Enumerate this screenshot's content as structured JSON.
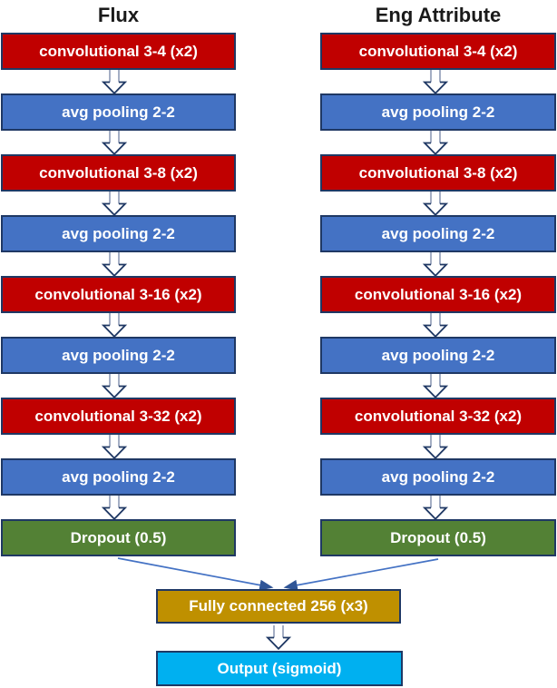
{
  "diagram": {
    "columns": [
      {
        "title": "Flux",
        "layers": [
          {
            "label": "convolutional 3-4 (x2)",
            "type": "conv"
          },
          {
            "label": "avg pooling 2-2",
            "type": "pool"
          },
          {
            "label": "convolutional 3-8 (x2)",
            "type": "conv"
          },
          {
            "label": "avg pooling 2-2",
            "type": "pool"
          },
          {
            "label": "convolutional 3-16 (x2)",
            "type": "conv"
          },
          {
            "label": "avg pooling 2-2",
            "type": "pool"
          },
          {
            "label": "convolutional 3-32 (x2)",
            "type": "conv"
          },
          {
            "label": "avg pooling 2-2",
            "type": "pool"
          },
          {
            "label": "Dropout (0.5)",
            "type": "dropout"
          }
        ]
      },
      {
        "title": "Eng Attribute",
        "layers": [
          {
            "label": "convolutional 3-4 (x2)",
            "type": "conv"
          },
          {
            "label": "avg pooling 2-2",
            "type": "pool"
          },
          {
            "label": "convolutional 3-8 (x2)",
            "type": "conv"
          },
          {
            "label": "avg pooling 2-2",
            "type": "pool"
          },
          {
            "label": "convolutional 3-16 (x2)",
            "type": "conv"
          },
          {
            "label": "avg pooling 2-2",
            "type": "pool"
          },
          {
            "label": "convolutional 3-32 (x2)",
            "type": "conv"
          },
          {
            "label": "avg pooling 2-2",
            "type": "pool"
          },
          {
            "label": "Dropout (0.5)",
            "type": "dropout"
          }
        ]
      }
    ],
    "merge": {
      "fully_connected_label": "Fully connected 256 (x3)",
      "output_label": "Output (sigmoid)"
    },
    "colors": {
      "convolutional": "#C00000",
      "pooling": "#4472C4",
      "dropout": "#538135",
      "fully_connected": "#BF9000",
      "output": "#00B0F0",
      "box_border": "#1F3864",
      "arrow_stem": "#9AA5BD",
      "arrow_head_outline": "#1F3864",
      "merge_line": "#4472C4",
      "merge_arrowhead": "#2F5597",
      "title_text": "#1A1A1A",
      "box_text": "#FFFFFF"
    }
  }
}
